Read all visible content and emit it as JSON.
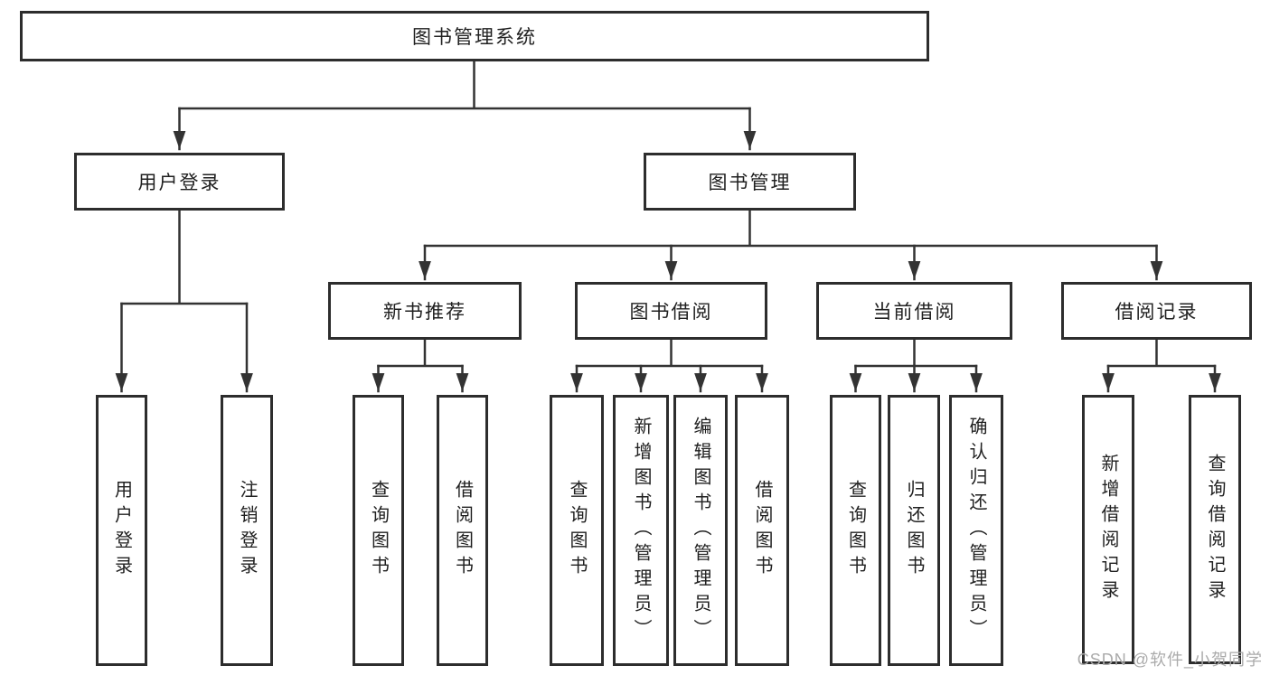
{
  "diagram": {
    "root": {
      "label": "图书管理系统"
    },
    "branches": [
      {
        "label": "用户登录",
        "children": [
          {
            "label": "用户登录"
          },
          {
            "label": "注销登录"
          }
        ]
      },
      {
        "label": "图书管理",
        "children": [
          {
            "label": "新书推荐",
            "children": [
              {
                "label": "查询图书"
              },
              {
                "label": "借阅图书"
              }
            ]
          },
          {
            "label": "图书借阅",
            "children": [
              {
                "label": "查询图书"
              },
              {
                "label": "新增图书（管理员）"
              },
              {
                "label": "编辑图书（管理员）"
              },
              {
                "label": "借阅图书"
              }
            ]
          },
          {
            "label": "当前借阅",
            "children": [
              {
                "label": "查询图书"
              },
              {
                "label": "归还图书"
              },
              {
                "label": "确认归还（管理员）"
              }
            ]
          },
          {
            "label": "借阅记录",
            "children": [
              {
                "label": "新增借阅记录"
              },
              {
                "label": "查询借阅记录"
              }
            ]
          }
        ]
      }
    ]
  },
  "watermark": {
    "text": "CSDN @软件_小贺同学"
  },
  "colors": {
    "line": "#333333",
    "box_border": "#2d2d2d",
    "text": "#202020",
    "watermark": "#ababab",
    "background": "#ffffff"
  }
}
